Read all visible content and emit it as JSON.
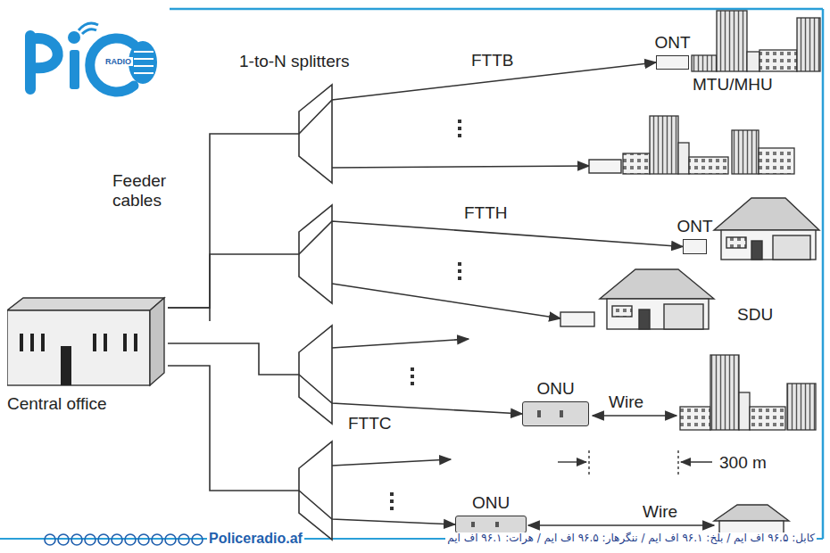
{
  "diagram": {
    "nodes": [
      {
        "text": [
          "Central office"
        ]
      },
      {
        "text": [
          "ONT"
        ]
      },
      {
        "text": [
          "ONT"
        ]
      },
      {
        "text": [
          "ONU"
        ]
      },
      {
        "text": [
          "ONU"
        ]
      }
    ],
    "edges": [
      {
        "from": 0,
        "to": 1,
        "arrow": "to"
      },
      {
        "from": 0,
        "to": 2,
        "arrow": "to"
      },
      {
        "from": 0,
        "to": 3,
        "arrow": "to"
      },
      {
        "from": 0,
        "to": 4,
        "arrow": "to"
      }
    ],
    "labels": [
      "1-to-N splitters",
      "FTTB",
      "MTU/MHU",
      "Feeder cables",
      "FTTH",
      "SDU",
      "FTTC",
      "Wire",
      "300 m",
      "Wire",
      "RADIO",
      "Policeradio.af",
      "کابل: ۹۶.۵ اف ایم / بلخ: ۹۶.۱ اف ایم / ننگرهار: ۹۶.۵ اف ایم / هرات: ۹۶.۱ اف ایم"
    ]
  }
}
